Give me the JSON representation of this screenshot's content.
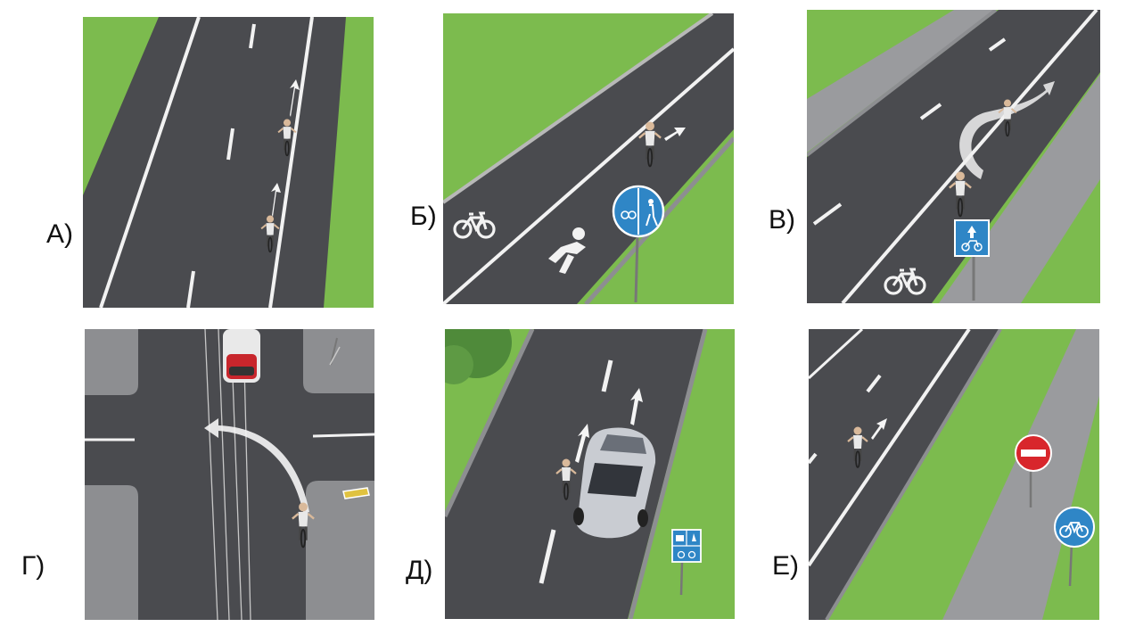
{
  "labels": {
    "a": "А)",
    "b": "Б)",
    "v": "В)",
    "g": "Г)",
    "d": "Д)",
    "e": "Е)"
  },
  "colors": {
    "grass": "#7cbb4e",
    "asphalt": "#4a4b4f",
    "marking": "#f2f2f2",
    "sign_blue": "#2f86c6",
    "sign_red": "#d8262c",
    "curb": "#8d8e91",
    "sidewalk": "#9a9b9e",
    "arrow": "#f5f5f5"
  },
  "icons": [
    "bicycle-road-marking-icon",
    "pedestrian-road-marking-icon",
    "bicycle-pedestrian-sign-icon",
    "bicycle-lane-sign-icon",
    "no-entry-sign-icon",
    "bicycle-path-sign-icon",
    "tram-icon",
    "car-icon",
    "cyclist-icon",
    "direction-arrow-icon"
  ]
}
